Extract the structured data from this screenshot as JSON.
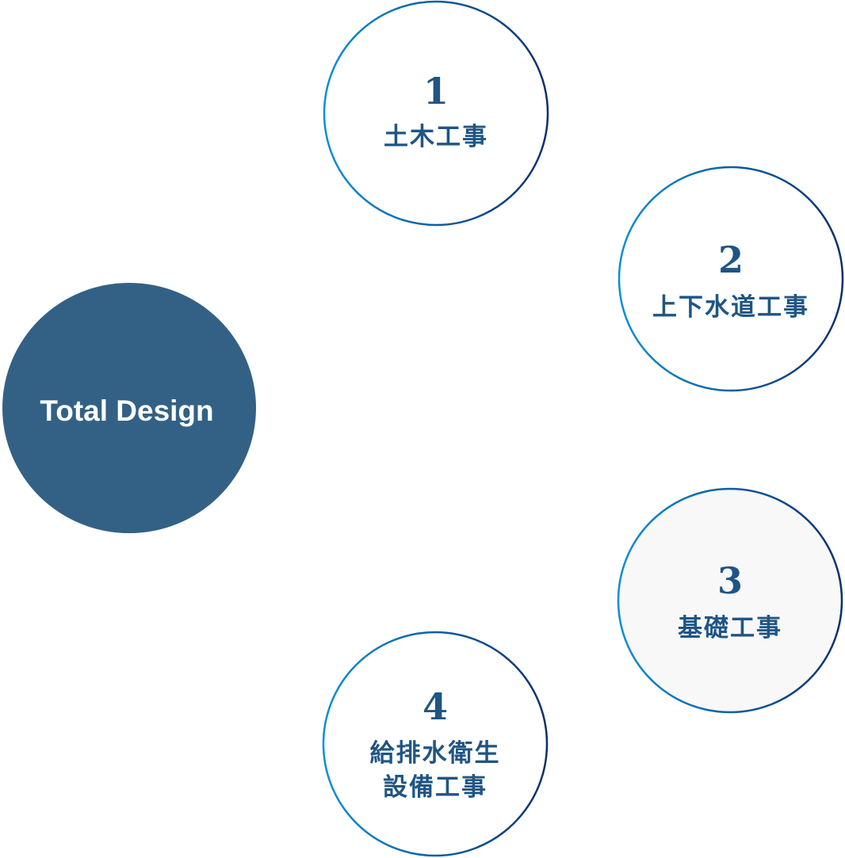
{
  "center": {
    "label": "Total Design",
    "color": "#336185"
  },
  "colors": {
    "ring_start": "#0a8fd6",
    "ring_end": "#0a2f6b",
    "text": "#1f5584",
    "highlight_fill": "#f8f8f9"
  },
  "items": [
    {
      "number": "1",
      "lines": [
        "土木工事"
      ]
    },
    {
      "number": "2",
      "lines": [
        "上下水道工事"
      ]
    },
    {
      "number": "3",
      "lines": [
        "基礎工事"
      ]
    },
    {
      "number": "4",
      "lines": [
        "給排水衛生",
        "設備工事"
      ]
    }
  ]
}
